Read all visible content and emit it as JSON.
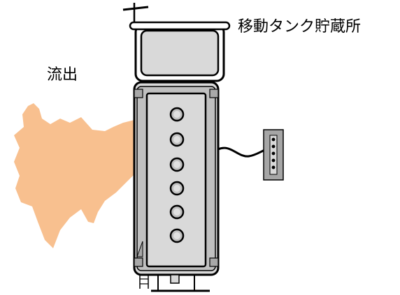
{
  "labels": {
    "storage_name": "移動タンク貯蔵所",
    "leak": "流出"
  },
  "colors": {
    "leak_fill": "#f8c08f",
    "tank_gray": "#d9d9d9",
    "tank_frame": "#c0c0c0",
    "outline": "#000000",
    "cable": "#000000"
  },
  "icons": {
    "valve": "circle-valve",
    "connector": "connector-plug"
  },
  "tank": {
    "valve_count": 6
  }
}
